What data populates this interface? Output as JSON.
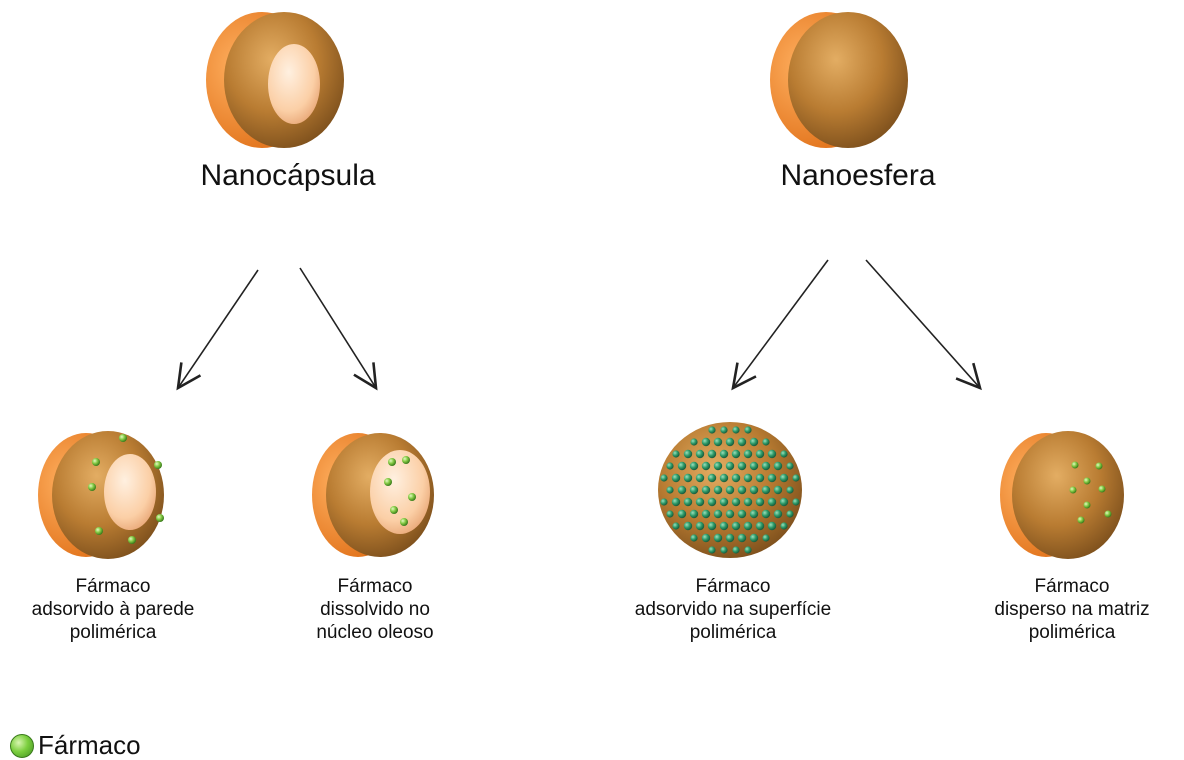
{
  "titles": {
    "nanocapsule": "Nanocápsula",
    "nanosphere": "Nanoesfera"
  },
  "captions": {
    "capsule_wall": [
      "Fármaco",
      "adsorvido à parede",
      "polimérica"
    ],
    "capsule_core": [
      "Fármaco",
      "dissolvido no",
      "núcleo oleoso"
    ],
    "sphere_surface": [
      "Fármaco",
      "adsorvido na superfície",
      "polimérica"
    ],
    "sphere_matrix": [
      "Fármaco",
      "disperso na matriz",
      "polimérica"
    ]
  },
  "legend": {
    "label": "Fármaco",
    "icon": "green-drug-dot-icon"
  },
  "colors": {
    "shell_orange": "#f08a2a",
    "body_brown": "#b57a2e",
    "core_cream": "#fbd3b0",
    "drug_green_particle": "#8fd14f",
    "drug_teal_particle": "#2f9a6a",
    "arrow": "#222222"
  }
}
